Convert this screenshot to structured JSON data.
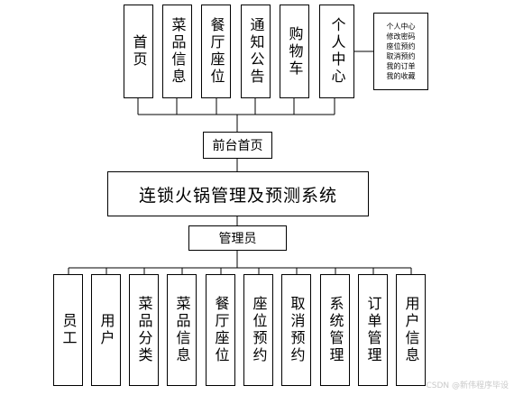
{
  "top_modules": [
    "首页",
    "菜品信息",
    "餐厅座位",
    "通知公告",
    "购物车",
    "个人中心"
  ],
  "personal_center_note": "个人中心\n修改密码\n座位预约\n取消预约\n我的订单\n我的收藏",
  "front_page": "前台首页",
  "system_title": "连锁火锅管理及预测系统",
  "admin": "管理员",
  "admin_modules": [
    "员工",
    "用户",
    "菜品分类",
    "菜品信息",
    "餐厅座位",
    "座位预约",
    "取消预约",
    "系统管理",
    "订单管理",
    "用户信息"
  ],
  "watermark": "CSDN @新伟程序毕设"
}
